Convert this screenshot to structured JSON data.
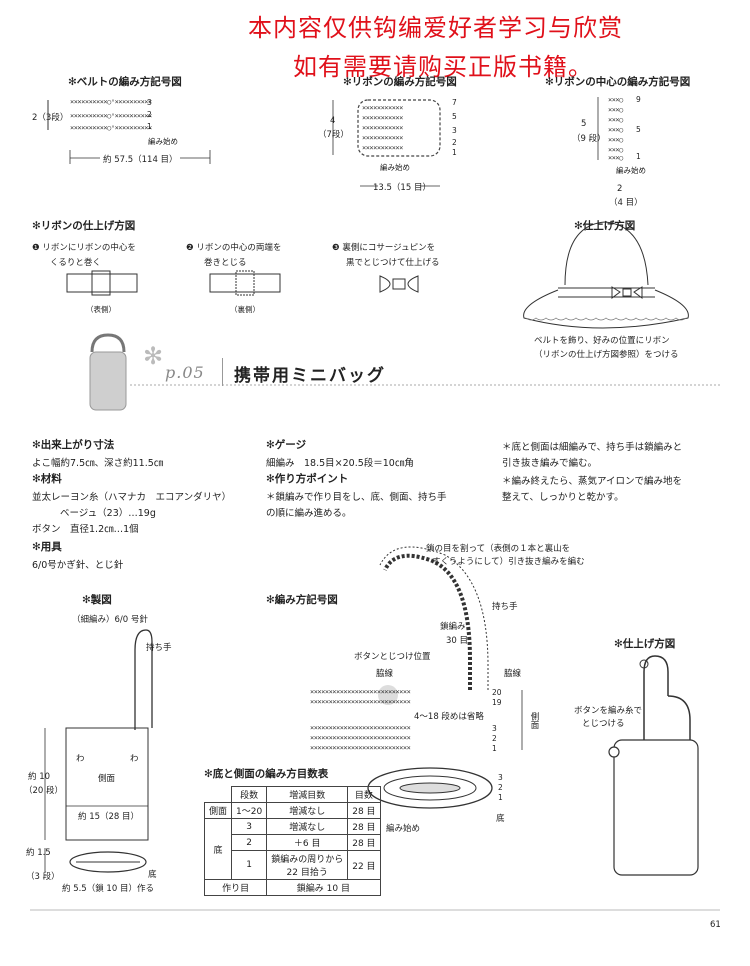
{
  "watermark": {
    "line1": "本内容仅供钩编爱好者学习与欣赏",
    "line2": "如有需要请购买正版书籍。"
  },
  "belt_chart": {
    "title": "✻ベルトの編み方記号図",
    "rows": "2（3段）",
    "start": "編み始め",
    "width": "約 57.5（114 目）",
    "marks": [
      "3",
      "2",
      "1"
    ]
  },
  "ribbon_chart": {
    "title": "✻リボンの編み方記号図",
    "height": "4",
    "rows": "（7段）",
    "start": "編み始め",
    "width": "13.5（15 目）",
    "marks": [
      "7",
      "5",
      "3",
      "2",
      "1"
    ]
  },
  "ribbon_center_chart": {
    "title": "✻リボンの中心の編み方記号図",
    "height": "5",
    "rows": "（9 段）",
    "start": "編み始め",
    "width": "2",
    "width_sts": "（4 目）",
    "marks": [
      "9",
      "5",
      "1"
    ]
  },
  "ribbon_finish": {
    "title": "✻リボンの仕上げ方図",
    "steps": [
      {
        "num": "1",
        "line1": "リボンにリボンの中心を",
        "line2": "くるりと巻く",
        "caption": "（表側）"
      },
      {
        "num": "2",
        "line1": "リボンの中心の両端を",
        "line2": "巻きとじる",
        "caption": "（裏側）"
      },
      {
        "num": "3",
        "line1": "裏側にコサージュピンを",
        "line2": "黒でとじつけて仕上げる",
        "caption": ""
      }
    ]
  },
  "hat_finish": {
    "title": "✻仕上げ方図",
    "line1": "ベルトを飾り、好みの位置にリボン",
    "line2": "（リボンの仕上げ方図参照）をつける"
  },
  "project": {
    "page_ref": "p.05",
    "title": "携帯用ミニバッグ"
  },
  "size": {
    "heading": "✻出来上がり寸法",
    "value": "よこ幅約7.5㎝、深さ約11.5㎝"
  },
  "materials": {
    "heading": "✻材料",
    "line1": "並太レーヨン糸（ハマナカ　エコアンダリヤ）",
    "line2": "ベージュ（23）…19g",
    "line3": "ボタン　直径1.2㎝…1個"
  },
  "tools": {
    "heading": "✻用具",
    "value": "6/0号かぎ針、とじ針"
  },
  "gauge": {
    "heading": "✻ゲージ",
    "value": "細編み　18.5目×20.5段＝10㎝角"
  },
  "points": {
    "heading": "✻作り方ポイント",
    "line1": "＊鎖編みで作り目をし、底、側面、持ち手",
    "line2": "の順に編み進める。"
  },
  "notes": {
    "line1": "＊底と側面は細編みで、持ち手は鎖編みと",
    "line2": "引き抜き編みで編む。",
    "line3": "＊編み終えたら、蒸気アイロンで編み地を",
    "line4": "整えて、しっかりと乾かす。"
  },
  "blueprint": {
    "title": "✻製図",
    "stitch": "（細編み）6/0 号針",
    "handle": "持ち手",
    "side_label": "側面",
    "wa_left": "わ",
    "wa_right": "わ",
    "height": "約 10",
    "height_rows": "（20 段）",
    "circ": "約 15（28 目）",
    "base_h": "約 1.5",
    "base_rows": "（3 段）",
    "base_w": "約 5.5（鎖 10 目）作る",
    "base_label": "底"
  },
  "chart": {
    "title": "✻編み方記号図",
    "note1": "鎖の目を割って（表側の１本と裏山を",
    "note2": "すくうようにして）引き抜き編みを編む",
    "handle": "持ち手",
    "chain": "鎖編み",
    "chain_n": "30 目",
    "button_pos": "ボタンとじつけ位置",
    "side_line_l": "脇線",
    "side_line_r": "脇線",
    "omit": "4〜18 段めは省略",
    "side": "側面",
    "bottom": "底",
    "start": "編み始め",
    "row_nums": [
      "20",
      "19",
      "3",
      "2",
      "1"
    ],
    "base_rows": [
      "3",
      "2",
      "1"
    ]
  },
  "table": {
    "title": "✻底と側面の編み方目数表",
    "headers": [
      "段数",
      "増減目数",
      "目数"
    ],
    "side_label": "側面",
    "bottom_label": "底",
    "rows": [
      {
        "rows": "1〜20",
        "change": "増減なし",
        "count": "28 目"
      },
      {
        "rows": "3",
        "change": "増減なし",
        "count": "28 目"
      },
      {
        "rows": "2",
        "change": "＋6 目",
        "count": "28 目"
      },
      {
        "rows": "1",
        "change": "鎖編みの周りから",
        "change2": "22 目拾う",
        "count": "22 目"
      }
    ],
    "foundation": {
      "label": "作り目",
      "value": "鎖編み 10 目"
    }
  },
  "bag_finish": {
    "title": "✻仕上げ方図",
    "line1": "ボタンを編み糸で",
    "line2": "とじつける"
  },
  "page_number": "61"
}
